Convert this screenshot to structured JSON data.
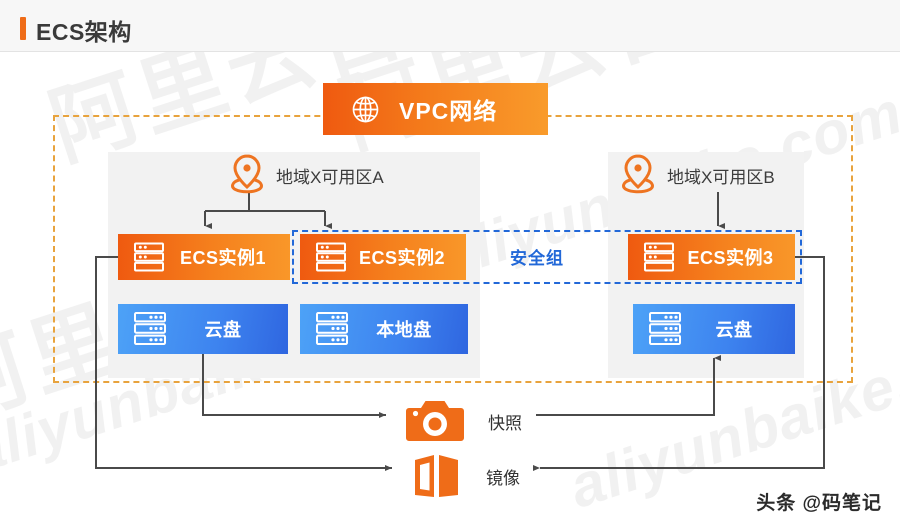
{
  "header": {
    "title": "ECS架构",
    "accent_color": "#ef6c18"
  },
  "vpc": {
    "label": "VPC网络",
    "icon": "globe-icon",
    "border_color": "#e8a33d",
    "banner_gradient_from": "#ef5a10",
    "banner_gradient_to": "#f99b2b"
  },
  "zones": [
    {
      "id": "a",
      "label": "地域X可用区A",
      "icon": "location-pin-icon"
    },
    {
      "id": "b",
      "label": "地域X可用区B",
      "icon": "location-pin-icon"
    }
  ],
  "security_group": {
    "label": "安全组",
    "color": "#2268d8"
  },
  "instances": [
    {
      "id": "ecs1",
      "label": "ECS实例1",
      "icon": "server-rack-icon"
    },
    {
      "id": "ecs2",
      "label": "ECS实例2",
      "icon": "server-rack-icon"
    },
    {
      "id": "ecs3",
      "label": "ECS实例3",
      "icon": "server-rack-icon"
    }
  ],
  "disks": [
    {
      "id": "disk1",
      "label": "云盘",
      "icon": "disk-rack-icon"
    },
    {
      "id": "disk2",
      "label": "本地盘",
      "icon": "disk-rack-icon"
    },
    {
      "id": "disk3",
      "label": "云盘",
      "icon": "disk-rack-icon"
    }
  ],
  "bottom_nodes": [
    {
      "id": "snapshot",
      "label": "快照",
      "icon": "camera-icon"
    },
    {
      "id": "image",
      "label": "镜像",
      "icon": "open-book-icon"
    }
  ],
  "credit": "头条 @码笔记",
  "watermarks": [
    {
      "text": "阿里云百科",
      "style": "cn"
    },
    {
      "text": "aliyunbaike.com",
      "style": "en"
    }
  ],
  "colors": {
    "ecs_orange": "#f5801d",
    "disk_blue": "#3d83ef",
    "panel_gray": "#f2f2f2",
    "wire_gray": "#4a4a4a"
  }
}
